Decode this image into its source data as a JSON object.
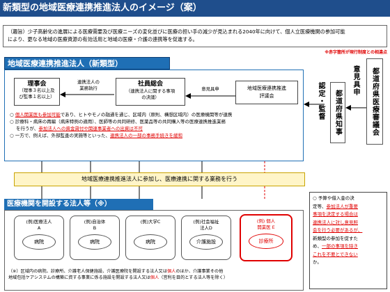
{
  "title": "新類型の地域医療連携推進法人のイメージ（案）",
  "purpose": {
    "label": "（趣旨）",
    "line1": "少子高齢化の進展による医療需要及び医療ニーズの変化並びに医療の担い手の減少が見込まれる2040年に向けて、個人立医療機関の参加可能",
    "line2": "により、更なる地域の医療資源の有効活用と地域の医療・介護の連携等を促進する。"
  },
  "red_note": "※赤字箇所が現行制度との相違点",
  "corp_section": {
    "header": "地域医療連携推進法人（新類型）",
    "board": {
      "title": "理事会",
      "line1": "（理事３名以上及",
      "line2": "び監事１名以上）"
    },
    "arrow_left_label1": "連携法人の",
    "arrow_left_label2": "業務執行",
    "general_meeting": {
      "title": "社員総会",
      "line1": "（連携法人に関する事項",
      "line2": "の決議）"
    },
    "arrow_right_label": "意見具申",
    "committee": {
      "line1": "地域医療連携推進",
      "line2": "評議会"
    },
    "bullet1_a": "個人開業医も参加可能",
    "bullet1_b": "であり、ヒトやモノの融通を通じ、区域内（原則、構想区域内）の医療機関等が連携",
    "bullet2_a": "診療科・病床の再編（病床特例の適用）、医師等の共同研修、医薬品等の共同購入等の医療連携推進業務",
    "bullet2_b": "を行うが、",
    "bullet2_c": "参加法人への資金貸付や関連事業者への出資は不可",
    "bullet3_a": "一方で、例えば、外部監査の実施等といった、",
    "bullet3_b": "連携法人の一部の事務手続きを緩和"
  },
  "right_column": {
    "certification": "認定・監督",
    "governor": "都道府県知事",
    "opinion": "意見具申",
    "council": "都道府県医療審議会"
  },
  "business_bar": "地域医療連携推進法人に参加し、医療連携に関する業務を行う",
  "member_section": {
    "header": "医療機関を開設する法人等（※）",
    "orgs": [
      {
        "label1": "(例)医療法人",
        "label2": "A",
        "facility": "病院",
        "red": false
      },
      {
        "label1": "(例)自治体",
        "label2": "B",
        "facility": "病院",
        "red": false
      },
      {
        "label1": "(例)大学C",
        "label2": "",
        "facility": "病院",
        "red": false
      },
      {
        "label1": "(例)社会福祉",
        "label2": "法人D",
        "facility": "介護施設",
        "red": false
      },
      {
        "label1": "(例) 個人",
        "label2": "開業医 E",
        "facility": "診療所",
        "red": true
      }
    ],
    "footnote_a": "（※）区域内の病院、診療所、介護老人保健施設、介護医療院を開設する法人又は",
    "footnote_b": "個人",
    "footnote_c": "のほか、介護事業その他",
    "footnote_d": "地域包括ケアシステムの構築に資する事業に係る施設を開設する法人又は",
    "footnote_e": "個人",
    "footnote_f": "（営利を目的とする法人等を除く）"
  },
  "side_note": {
    "line1": "○ 予算や借入金の決",
    "line2": "定等、",
    "line2_red": "参加法人が重要",
    "line3": "事項を決定する場合は",
    "line4": "連携法人に対し意見照",
    "line5": "会を行う必要があるが、",
    "line6": "新類型の参加を促すた",
    "line7": "め、",
    "line7_red": "一部の事項を除き",
    "line8": "これを不要とできない",
    "line9": "か。"
  }
}
